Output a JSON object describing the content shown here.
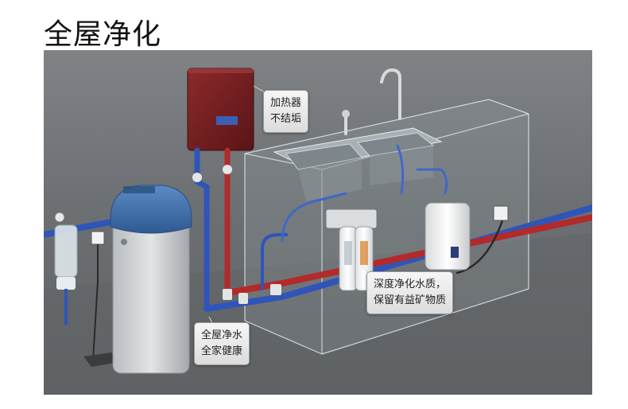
{
  "page": {
    "title": "全屋净化"
  },
  "callouts": {
    "heater": {
      "line1": "加热器",
      "line2": "不结垢"
    },
    "purifier": {
      "line1": "深度净化水质，",
      "line2": "保留有益矿物质"
    },
    "whole_house": {
      "line1": "全屋净水",
      "line2": "全家健康"
    }
  },
  "colors": {
    "hot_pipe": "#b22a2a",
    "cold_pipe": "#2f55b8",
    "heater_body": "#7a1f22",
    "softener_cap": "#3f6fa8"
  }
}
